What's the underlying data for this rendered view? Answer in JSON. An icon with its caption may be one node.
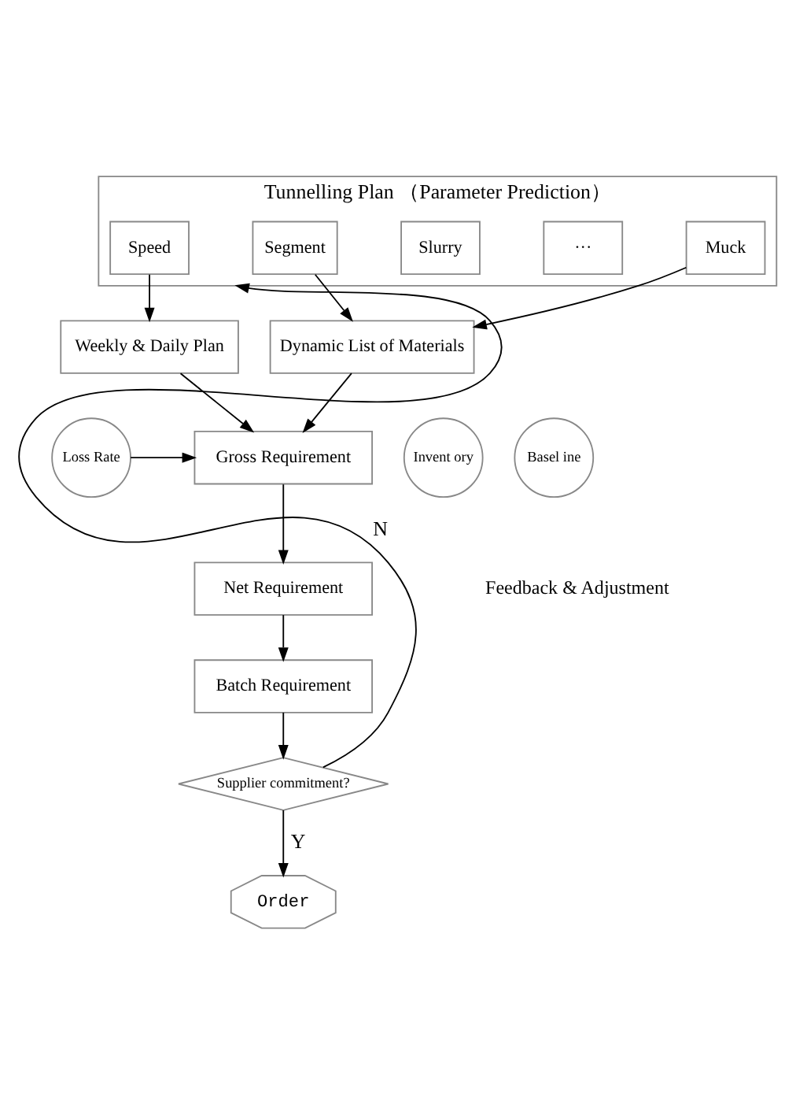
{
  "diagram": {
    "nodes": [
      {
        "text": [
          "Tunnelling Plan （Parameter Prediction）"
        ]
      },
      {
        "text": [
          "Speed"
        ],
        "in": 0
      },
      {
        "text": [
          "Segment"
        ],
        "in": 0
      },
      {
        "text": [
          "Slurry"
        ],
        "in": 0
      },
      {
        "text": [
          "···"
        ],
        "in": 0
      },
      {
        "text": [
          "Muck"
        ],
        "in": 0
      },
      {
        "text": [
          "Weekly & Daily Plan"
        ]
      },
      {
        "text": [
          "Dynamic List of Materials"
        ]
      },
      {
        "text": [
          "Gross Requirement"
        ]
      },
      {
        "text": [
          "Loss Rate"
        ]
      },
      {
        "text": [
          "Invent ory"
        ]
      },
      {
        "text": [
          "Basel ine"
        ]
      },
      {
        "text": [
          "Net Requirement"
        ]
      },
      {
        "text": [
          "Batch Requirement"
        ]
      },
      {
        "text": [
          "Supplier commitment?"
        ]
      },
      {
        "text": [
          "Order"
        ]
      }
    ],
    "edges": [
      {
        "from": 1,
        "to": 6,
        "arrow": "to"
      },
      {
        "from": 2,
        "to": 7,
        "arrow": "to"
      },
      {
        "from": 5,
        "to": 7,
        "arrow": "to"
      },
      {
        "from": 6,
        "to": 8,
        "arrow": "to"
      },
      {
        "from": 7,
        "to": 8,
        "arrow": "to"
      },
      {
        "from": 9,
        "to": 8,
        "arrow": "to"
      },
      {
        "from": 8,
        "to": 12,
        "arrow": "to"
      },
      {
        "from": 12,
        "to": 13,
        "arrow": "to"
      },
      {
        "from": 13,
        "to": 14,
        "arrow": "to"
      },
      {
        "from": 14,
        "to": 0,
        "arrow": "to",
        "label": "N"
      },
      {
        "from": 14,
        "to": 15,
        "arrow": "to",
        "label": "Y"
      }
    ],
    "labels": [
      "Feedback & Adjustment"
    ]
  }
}
